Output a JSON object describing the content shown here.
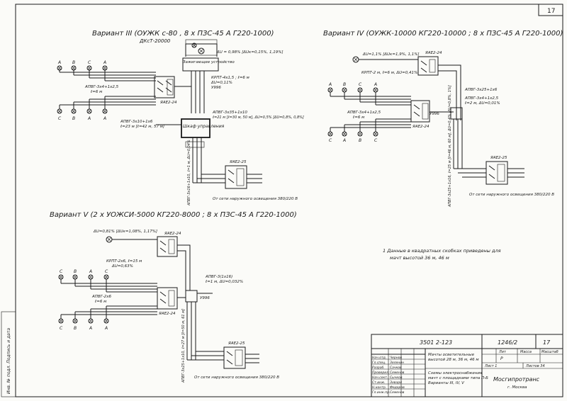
{
  "sheet": {
    "page_number": "17",
    "ink_color": "#1a1a1a",
    "paper_color": "#fbfbf8"
  },
  "variant3": {
    "title": "Вариант III (ОУЖК с-80 , 8 x ПЗС-45 А  Г220-1000)",
    "subtitle": "ДКсТ-20000",
    "pt_labels": [
      "А",
      "В",
      "С",
      "А"
    ],
    "lamp_labels": [
      "С",
      "В",
      "А",
      "А"
    ],
    "cable_lamps": "АПВГ-3x4+1x2,5",
    "cable_lamps_len": "ℓ=6 м",
    "box_label_1": "ЯАЕ2-24",
    "ignition_box": "Зажигающее устройство",
    "du_top": "ΔU = 0,98% [ΔUк=0,15%, 1,19%]",
    "krpt_cable": "КРПТ-4x1,5 ; ℓ=6 м",
    "du_krpt": "ΔU=0,11%",
    "u996": "У996",
    "main_cable": "АПВГ-3x35+1x10",
    "main_cable_len": "ℓ=21 м [ℓ=30 м, 50 м], ΔU=0,5% [ΔU=0,8%, 0,8%]",
    "cable_mid": "АПВГ-3x10+1x6",
    "cable_mid_len": "ℓ=23 м [ℓ=42 м, 57 м]",
    "cabinet": "Шкаф управления",
    "vert_cable": "АПВГ-3x16+1x10, ℓ=1 м, ΔU=0,04%",
    "box_label_2": "ЯАЕ2-25",
    "network": "От сети наружного освещения 380/220 В"
  },
  "variant4": {
    "title": "Вариант IV (ОУЖК-10000  КГ220-10000 ; 8 x ПЗС-45 А  Г220-1000)",
    "du_top": "ΔU=1,1% [ΔUк=1,9%, 1,1%]",
    "box_label_1": "ЯАЕ2-24",
    "krpt_cable": "КРПТ-2 м, ℓ=6 м, ΔU=0,41%",
    "pt_labels": [
      "А",
      "В",
      "С",
      "А"
    ],
    "lamp_labels": [
      "С",
      "А",
      "В",
      "С"
    ],
    "cable_right_a": "АПВГ-3x25+1x6",
    "cable_right_b": "АПВГ-3x4+1x2,5",
    "cable_right_b_len": "ℓ=2 м, ΔU=0,01%",
    "cable_lamps": "АПВГ-3x4+1x2,5",
    "cable_lamps_len": "ℓ=6 м",
    "box_label_2": "ЯАЕ2-24",
    "u996": "У996",
    "vert_cable": "АПВГ-3x25+1x16, ℓ=25 м [ℓ=46 м, 60 м], ΔU=0,4% [ΔU=0,8%, 1%]",
    "box_label_3": "ЯАЕ2-25",
    "network": "От сети наружного освещения 380/220 В"
  },
  "variant5": {
    "title": "Вариант V (2 x УОЖСИ-5000  КГ220-8000 ; 8 x ПЗС-45 А  Г220-1000)",
    "du_top": "ΔU=0,81% [ΔUк=1,08%, 1,17%]",
    "box_label_1": "ЯАЕ2-24",
    "krpt_cable": "КРПТ-2x6, ℓ=15 м",
    "du_krpt": "ΔU=0,63%",
    "pt_labels": [
      "С",
      "В",
      "А",
      "С"
    ],
    "lamp_labels": [
      "С",
      "В",
      "А",
      "А"
    ],
    "cable_right": "АПВГ-3(1x16)",
    "cable_right_len": "ℓ=1 м, ΔU=0,032%",
    "u996": "У996",
    "cable_lamps": "АПВГ-2x6",
    "cable_lamps_len": "ℓ=6 м",
    "box_label_2": "ЯАЕ2-24",
    "vert_cable": "АПВГ-3x25+1x10, ℓ=27 м [ℓ=50 м, 61 м]",
    "box_label_3": "ЯАЕ2-25",
    "network": "От сети наружного освещения 380/220 В"
  },
  "note": {
    "text_1": "1  Данные в квадратных скобках приведены для",
    "text_2": "мачт высотой 36 м, 46 м"
  },
  "stamp": {
    "doc_code": "3501 2-123",
    "sheet_code": "1246/2",
    "sheet_no": "17",
    "title_a": "Мачты осветительные",
    "title_b": "высотой 28 м, 36 м, 46 м",
    "title_c": "Схемы электроснабжения",
    "title_d": "мачт с площадками типа П-Б",
    "title_e": "Варианты III, IV, V",
    "stage_hdr": "Лит",
    "mass_hdr": "Масса",
    "scale_hdr": "Масштаб",
    "stage_val": "Р",
    "sheet_hdr": "Лист 1",
    "sheets_hdr": "Листов 34",
    "org": "Мосгипротранс",
    "org_city": "г. Москва",
    "roles": [
      "Нач.отд.",
      "Гл.спец.",
      "Разраб.",
      "Проверил",
      "Нач.сект.",
      "Ст.инж.",
      "Н.контр.",
      "Гл.инж.пр."
    ],
    "names": [
      "Чернов",
      "Зеленин",
      "Сачков",
      "Семенов",
      "Сычков",
      "Эхвари",
      "Федоров",
      "Семенов"
    ]
  },
  "side": {
    "inv_label": "Инв. № подл.   Подпись и дата"
  }
}
